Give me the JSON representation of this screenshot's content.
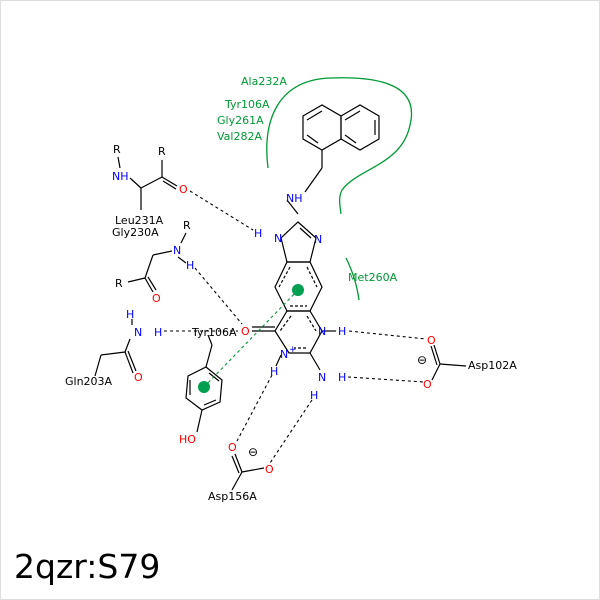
{
  "title": "2qzr:S79",
  "colors": {
    "bond": "#000000",
    "nitrogen": "#0000ff",
    "oxygen": "#ff0000",
    "hydrophobic": "#009933",
    "pi_center": "#00a050"
  },
  "hydrophobic_labels": {
    "ala232": "Ala232A",
    "tyr106": "Tyr106A",
    "gly261": "Gly261A",
    "val282": "Val282A",
    "met260": "Met260A"
  },
  "residue_labels": {
    "leu231": "Leu231A",
    "gly230": "Gly230A",
    "tyr106": "Tyr106A",
    "gln203": "Gln203A",
    "asp102": "Asp102A",
    "asp156": "Asp156A"
  },
  "atoms": {
    "r": "R",
    "n": "N",
    "nh": "NH",
    "h": "H",
    "o": "O",
    "ho": "HO",
    "plus": "+",
    "minus": "⊖"
  }
}
